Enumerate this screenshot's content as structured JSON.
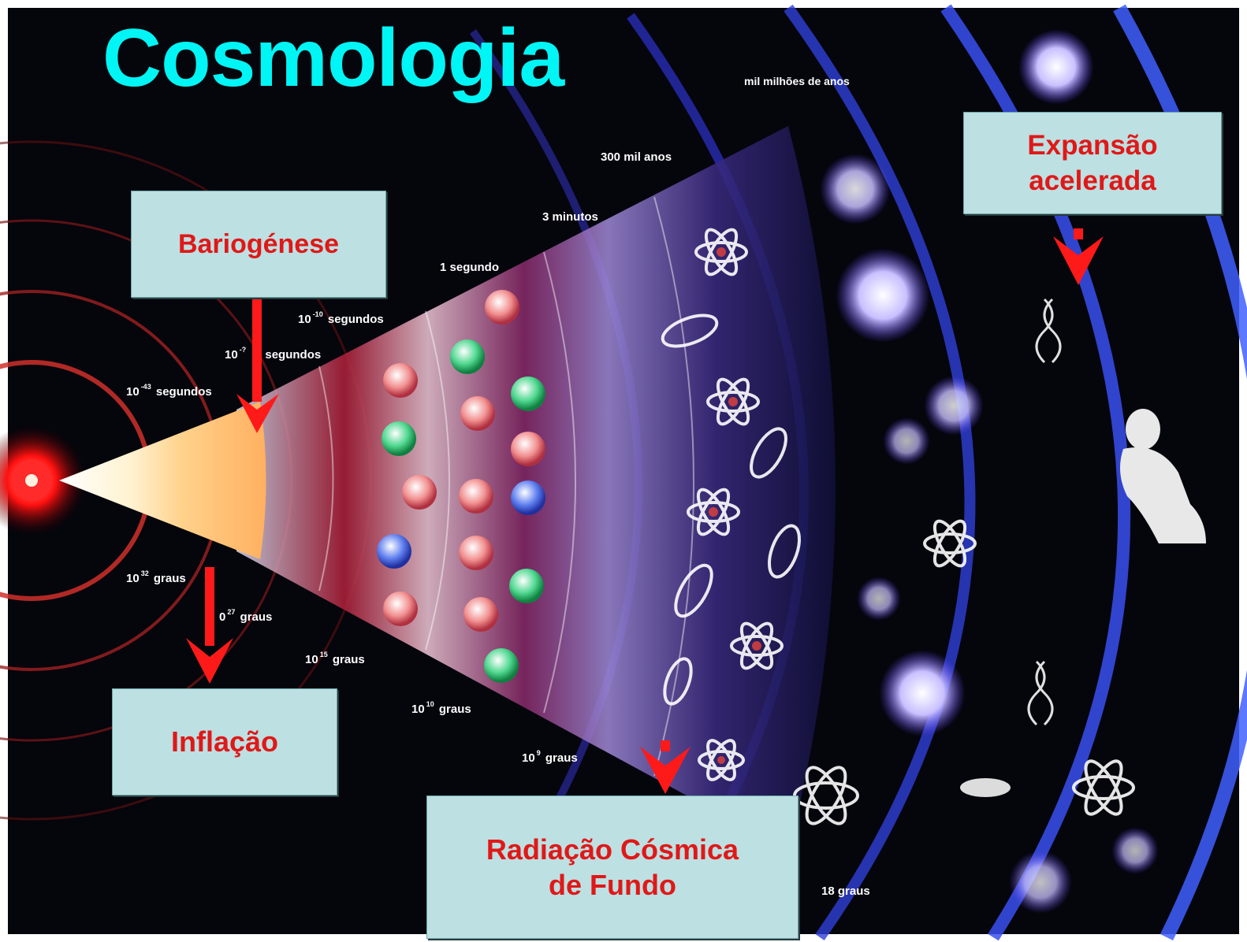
{
  "title": "Cosmologia",
  "boxes": {
    "bariogenese": "Bariogénese",
    "inflacao": "Inflação",
    "radiacao_line1": "Radiação Cósmica",
    "radiacao_line2": "de Fundo",
    "expansao_line1": "Expansão",
    "expansao_line2": "acelerada"
  },
  "time_labels": {
    "t43_base": "10",
    "t43_exp": "-43",
    "t43_unit": "segundos",
    "t35_base": "10",
    "t35_exp": "-?",
    "t35_unit": "segundos",
    "t10_base": "10",
    "t10_exp": "-10",
    "t10_unit": "segundos",
    "t1s": "1 segundo",
    "t3m": "3 minutos",
    "t300k": "300 mil anos",
    "tbillion": "mil milhões de anos"
  },
  "temp_labels": {
    "g32_base": "10",
    "g32_exp": "32",
    "g32_unit": "graus",
    "g27_base": "0",
    "g27_exp": "27",
    "g27_unit": "graus",
    "g15_base": "10",
    "g15_exp": "15",
    "g15_unit": "graus",
    "g10_base": "10",
    "g10_exp": "10",
    "g10_unit": "graus",
    "g9_base": "10",
    "g9_exp": "9",
    "g9_unit": "graus",
    "g18": "18 graus"
  },
  "colors": {
    "title": "#00f5f5",
    "box_fill": "#bde0e2",
    "box_text": "#e01818",
    "arrow": "#ff1a1a",
    "space": "#05050c"
  }
}
